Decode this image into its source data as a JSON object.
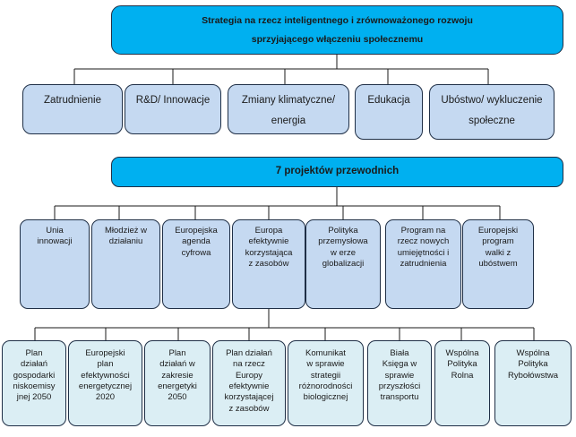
{
  "title": {
    "line1": "Strategia na rzecz inteligentnego i zrównoważonego rozwoju",
    "line2": "sprzyjającego  włączeniu społecznemu"
  },
  "priorities": [
    "Zatrudnienie",
    "R&D/ Innowacje",
    "Zmiany klimatyczne/\nenergia",
    "Edukacja",
    "Ubóstwo/ wykluczenie\nspołeczne"
  ],
  "flagship_header": "7 projektów przewodnich",
  "flagships": [
    "Unia\ninnowacji",
    "Młodzież w\ndziałaniu",
    "Europejska\nagenda\ncyfrowa",
    "Europa\nefektywnie\nkorzystająca\nz zasobów",
    "Polityka\nprzemysłowa\nw erze\nglobalizacji",
    "Program na\nrzecz nowych\numiejętności i\nzatrudnienia",
    "Europejski\nprogram\nwalki z\nubóstwem"
  ],
  "documents": [
    "Plan\ndziałań\ngospodarki\nniskoemisy\njnej 2050",
    "Europejski\nplan\nefektywności\nenergetycznej\n2020",
    "Plan\ndziałań w\nzakresie\nenergetyki\n2050",
    "Plan działań\nna rzecz\nEuropy\nefektywnie\nkorzystającej\nz zasobów",
    "Komunikat\nw sprawie\nstrategii\nróżnorodności\nbiologicznej",
    "Biała\nKsięga w\nsprawie\nprzyszłości\ntransportu",
    "Wspólna\nPolityka\nRolna",
    "Wspólna\nPolityka\nRybołówstwa"
  ],
  "colors": {
    "header_fill": "#00b0f0",
    "box_fill": "#c5d9f1",
    "doc_fill": "#dbeef4",
    "border": "#1f2f46"
  }
}
